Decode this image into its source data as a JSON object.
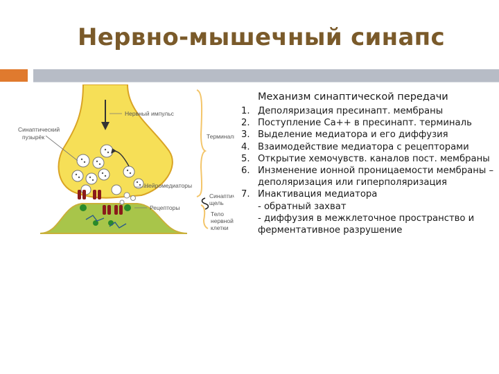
{
  "slide": {
    "title": "Нервно-мышечный синапс"
  },
  "diagram": {
    "labels": {
      "nerve_impulse": "Нервный импульс",
      "synaptic_vesicle_1": "Синаптический",
      "synaptic_vesicle_2": "пузырёк",
      "terminal": "Терминаль",
      "neuromediators": "Нейромедиаторы",
      "synaptic_cleft_1": "Синаптическая",
      "synaptic_cleft_2": "щель",
      "receptors": "Рецепторы",
      "cell_body_1": "Тело",
      "cell_body_2": "нервной",
      "cell_body_3": "клетки"
    },
    "colors": {
      "terminal_fill": "#f6df57",
      "cell_fill": "#a8c54a",
      "channel": "#8a1a1a",
      "receptor": "#2a8a2a",
      "bracket": "#f3c56a"
    }
  },
  "mechanism": {
    "heading": "Механизм синаптической передачи",
    "items": [
      {
        "num": "1.",
        "text": "Деполяризация пресинапт.   мембраны"
      },
      {
        "num": "2.",
        "text": "Поступление Ca++ в пресинапт. терминаль"
      },
      {
        "num": "3.",
        "text": "Выделение медиатора и его диффузия"
      },
      {
        "num": "4.",
        "text": "Взаимодействие медиатора с рецепторами"
      },
      {
        "num": "5.",
        "text": "Открытие хемочувств. каналов пост. мембраны"
      },
      {
        "num": "6.",
        "text": "Инзменение ионной проницаемости мембраны – деполяризация или гиперполяризация"
      },
      {
        "num": "7.",
        "text": "Инактивация медиатора"
      }
    ],
    "subitems": [
      "-  обратный захват",
      "-  диффузия в межклеточное пространство и ферментативное разрушение"
    ]
  }
}
